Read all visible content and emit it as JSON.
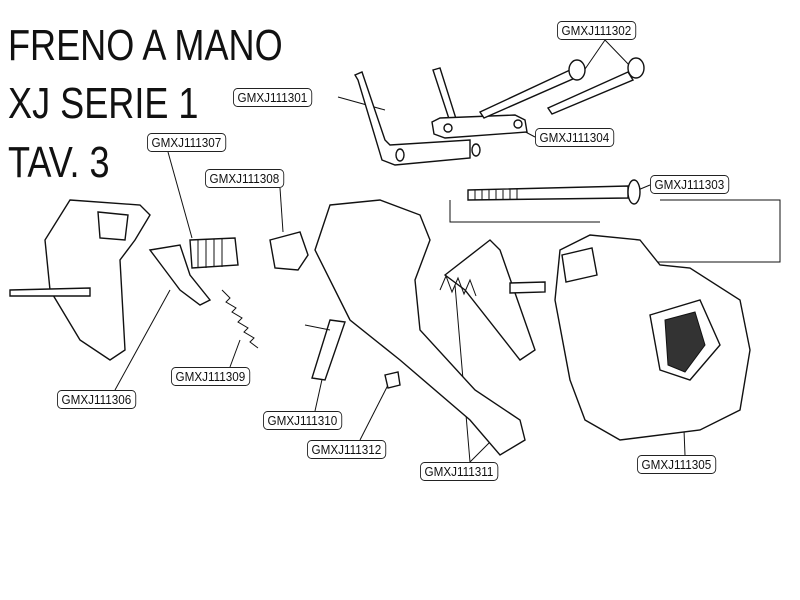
{
  "title": {
    "line1": "FRENO A MANO",
    "line2": "XJ SERIE 1",
    "line3": "TAV. 3"
  },
  "parts": [
    {
      "code": "GMXJ111302"
    },
    {
      "code": "GMXJ111301"
    },
    {
      "code": "GMXJ111304"
    },
    {
      "code": "GMXJ111307"
    },
    {
      "code": "GMXJ111308"
    },
    {
      "code": "GMXJ111303"
    },
    {
      "code": "GMXJ111306"
    },
    {
      "code": "GMXJ111309"
    },
    {
      "code": "GMXJ111310"
    },
    {
      "code": "GMXJ111312"
    },
    {
      "code": "GMXJ111311"
    },
    {
      "code": "GMXJ111305"
    }
  ]
}
